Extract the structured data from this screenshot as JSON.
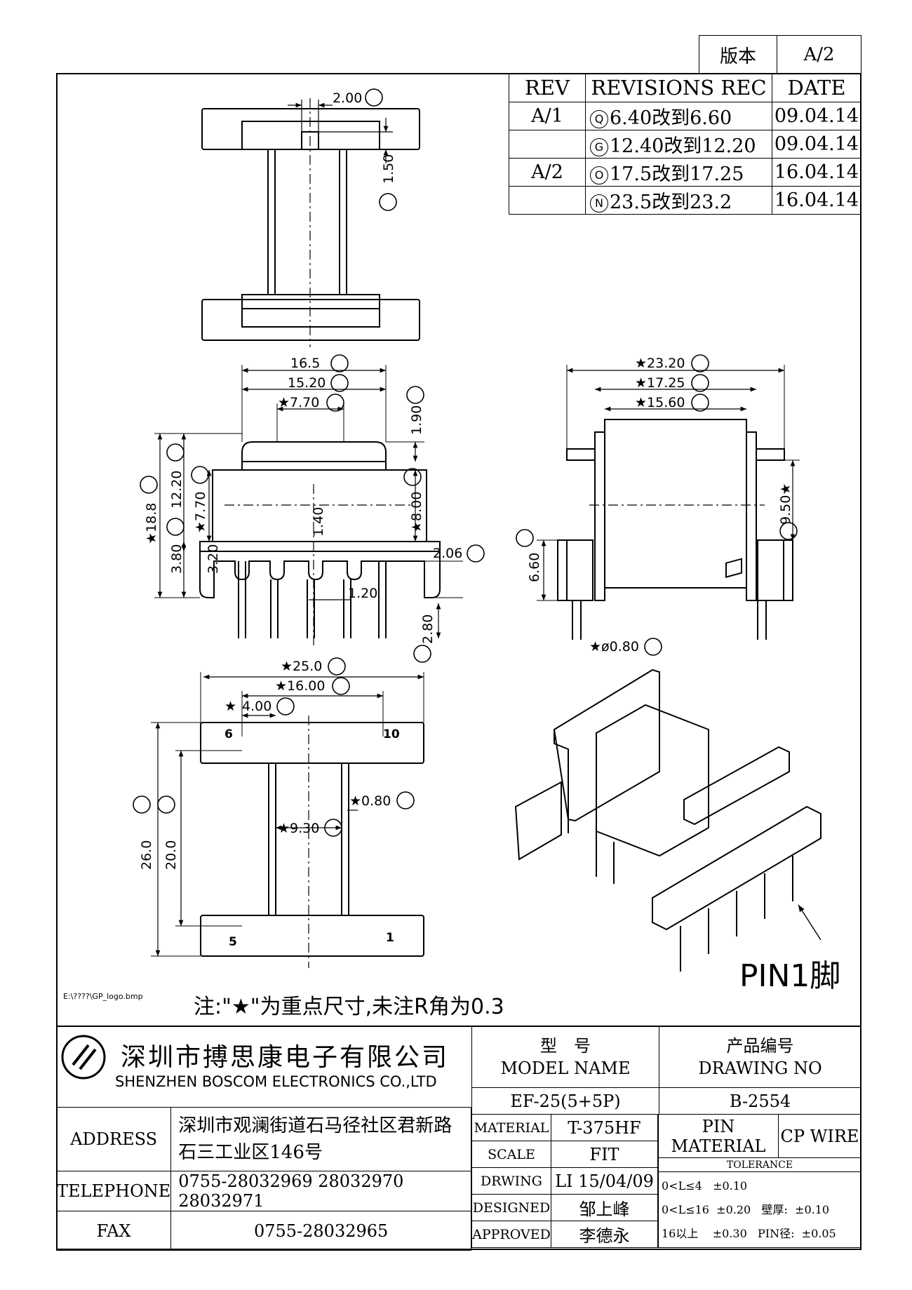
{
  "version_box": {
    "label": "版本",
    "value": "A/2"
  },
  "revisions": {
    "headers": [
      "REV",
      "REVISIONS REC",
      "DATE"
    ],
    "rows": [
      {
        "rev": "A/1",
        "mark": "Q",
        "text": "6.40改到6.60",
        "date": "09.04.14"
      },
      {
        "rev": "",
        "mark": "G",
        "text": "12.40改到12.20",
        "date": "09.04.14"
      },
      {
        "rev": "A/2",
        "mark": "O",
        "text": "17.5改到17.25",
        "date": "16.04.14"
      },
      {
        "rev": "",
        "mark": "N",
        "text": "23.5改到23.2",
        "date": "16.04.14"
      }
    ]
  },
  "dimensions": {
    "top_view": {
      "A": "2.00",
      "B": "1.50"
    },
    "front_view": {
      "C": "16.5",
      "D": "15.20",
      "E": "★7.70",
      "J": "1.90",
      "G": "12.20",
      "F": "★18.8",
      "I": "★7.70",
      "center": "1.40",
      "K": "★8.00",
      "H": "3.80",
      "h2": "3.20",
      "L": "2.06",
      "pitch": "1.20",
      "M": "2.80"
    },
    "side_view": {
      "N": "★23.20",
      "O": "★17.25",
      "P": "★15.60",
      "S": "9.50★",
      "Q": "6.60",
      "T": "★ø0.80"
    },
    "bottom_view": {
      "U": "★25.0",
      "V": "★16.00",
      "W": "4.00",
      "X": "26.0",
      "Y": "20.0",
      "Y1": "★0.80",
      "Z": "★9.30",
      "star": "★"
    },
    "pin_labels": [
      "6",
      "10",
      "5",
      "1"
    ]
  },
  "pin1_label": "PIN1脚",
  "logo_path": "E:\\????\\GP_logo.bmp",
  "note": "注:\"★\"为重点尺寸,未注R角为0.3",
  "company": {
    "name_cn": "深圳市搏思康电子有限公司",
    "name_en": "SHENZHEN BOSCOM ELECTRONICS CO.,LTD"
  },
  "title_block": {
    "model_cn": "型　号",
    "model_en": "MODEL NAME",
    "drawing_cn": "产品编号",
    "drawing_en": "DRAWING NO",
    "model_value": "EF-25(5+5P)",
    "drawing_value": "B-2554",
    "address_label": "ADDRESS",
    "address_line1": "深圳市观澜街道石马径社区君新路",
    "address_line2": "石三工业区146号",
    "telephone_label": "TELEPHONE",
    "telephone": "0755-28032969 28032970 28032971",
    "fax_label": "FAX",
    "fax": "0755-28032965",
    "material_label": "MATERIAL",
    "material": "T-375HF",
    "scale_label": "SCALE",
    "scale": "FIT",
    "drawing_label": "DRWING",
    "drawing_by": "LI 15/04/09",
    "designed_label": "DESIGNED",
    "designed_by": "邹上峰",
    "approved_label": "APPROVED",
    "approved_by": "李德永",
    "pin_material_label1": "PIN",
    "pin_material_label2": "MATERIAL",
    "pin_material": "CP WIRE",
    "tolerance_label": "TOLERANCE",
    "tol1_range": "0<L≤4",
    "tol1": "±0.10",
    "tol2_range": "0<L≤16",
    "tol2": "±0.20",
    "tol3_range": "16以上",
    "tol3": "±0.30",
    "wall_label": "壁厚:",
    "wall": "±0.10",
    "pin_dia_label": "PIN径:",
    "pin_dia": "±0.05"
  }
}
